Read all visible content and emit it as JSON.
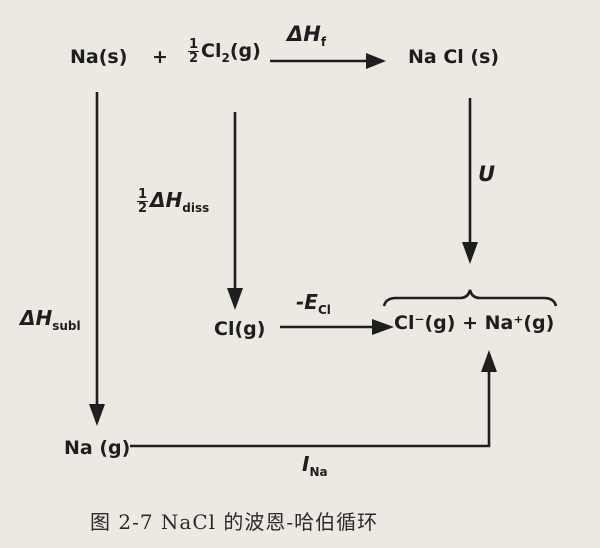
{
  "species": {
    "na_s": "Na(s)",
    "plus1": "+",
    "half_cl2_num": "1",
    "half_cl2_den": "2",
    "cl2_main": "Cl",
    "cl2_sub": "2",
    "cl2_phase": "(g)",
    "nacl_s": "Na Cl (s)",
    "cl_g": "Cl(g)",
    "ions": "Cl⁻(g) + Na⁺(g)",
    "na_g": "Na (g)"
  },
  "labels": {
    "delta_hf_main": "ΔH",
    "delta_hf_sub": "f",
    "u": "U",
    "half_num": "1",
    "half_den": "2",
    "delta_hdiss_main": "ΔH",
    "delta_hdiss_sub": "diss",
    "delta_hsubl_main": "ΔH",
    "delta_hsubl_sub": "subl",
    "ecl_main": "-E",
    "ecl_sub": "Cl",
    "ina_main": "I",
    "ina_sub": "Na"
  },
  "caption": "图 2-7  NaCl 的波恩-哈伯循环"
}
